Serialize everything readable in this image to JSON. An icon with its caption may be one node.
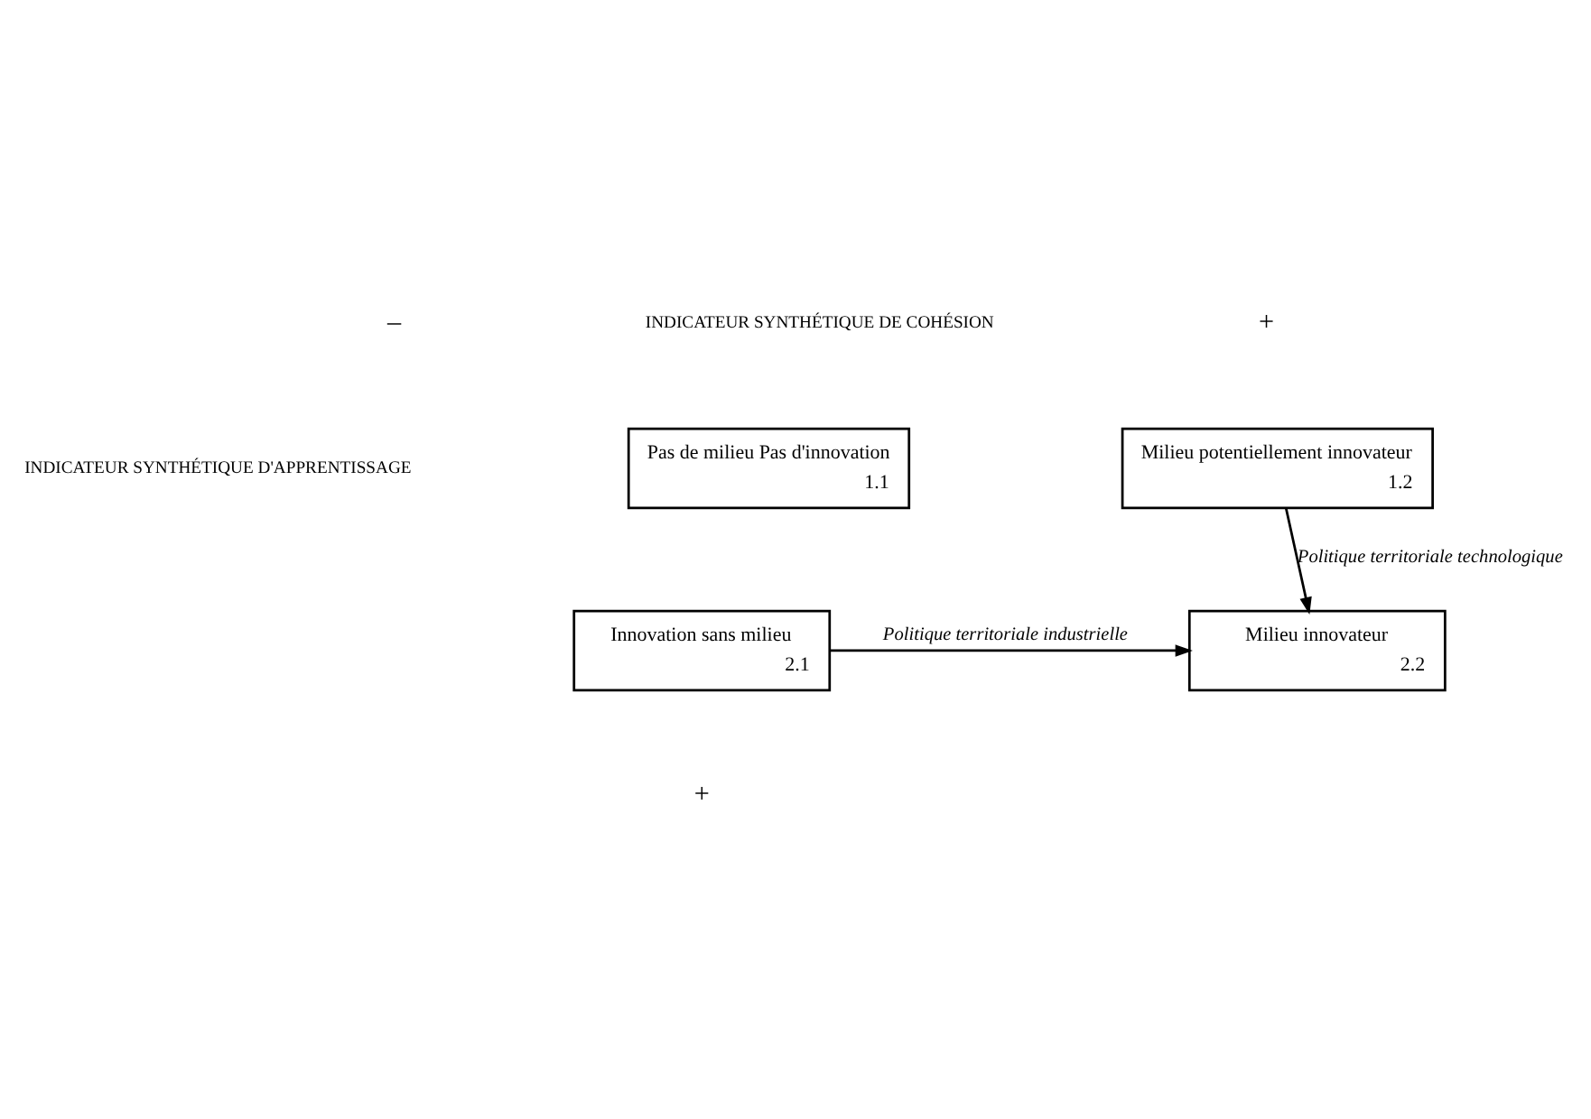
{
  "diagram": {
    "nodes": [
      {
        "text": [
          "Pas de milieu Pas d'innovation",
          "1.1"
        ]
      },
      {
        "text": [
          "Milieu potentiellement innovateur",
          "1.2"
        ]
      },
      {
        "text": [
          "Innovation sans milieu",
          "2.1"
        ]
      },
      {
        "text": [
          "Milieu innovateur",
          "2.2"
        ]
      }
    ],
    "edges": [
      {
        "from": 1,
        "to": 3,
        "arrow": "to",
        "label": "Politique territoriale technologique"
      },
      {
        "from": 2,
        "to": 3,
        "arrow": "to",
        "label": "Politique territoriale industrielle"
      }
    ],
    "labels": [
      "–",
      "INDICATEUR SYNTHÉTIQUE DE COHÉSION",
      "+",
      "INDICATEUR SYNTHÉTIQUE D'APPRENTISSAGE",
      "+"
    ]
  }
}
